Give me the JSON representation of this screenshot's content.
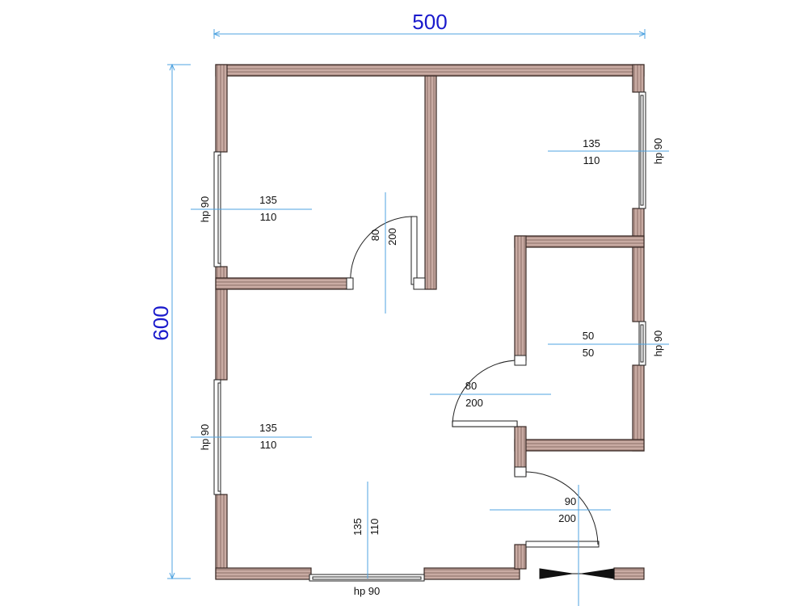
{
  "overall_dimensions": {
    "width": "500",
    "height": "600"
  },
  "windows": {
    "left_upper": "hp 90",
    "left_lower": "hp 90",
    "right_upper": "hp 90",
    "right_middle": "hp 90",
    "bottom": "hp 90"
  },
  "window_sizes": {
    "left_upper": {
      "w": "135",
      "h": "110"
    },
    "left_lower": {
      "w": "135",
      "h": "110"
    },
    "right_upper": {
      "w": "135",
      "h": "110"
    },
    "right_small": {
      "w": "50",
      "h": "50"
    },
    "bottom": {
      "w": "135",
      "h": "110"
    }
  },
  "door_sizes": {
    "upper_left": {
      "w": "80",
      "h": "200"
    },
    "middle": {
      "w": "80",
      "h": "200"
    },
    "entrance": {
      "w": "90",
      "h": "200"
    }
  },
  "colors": {
    "wall_fill": "#c9aba3",
    "wall_outline": "#3a2a26",
    "dimension_line": "#4fa3e0",
    "dimension_text": "#1a1acc"
  }
}
